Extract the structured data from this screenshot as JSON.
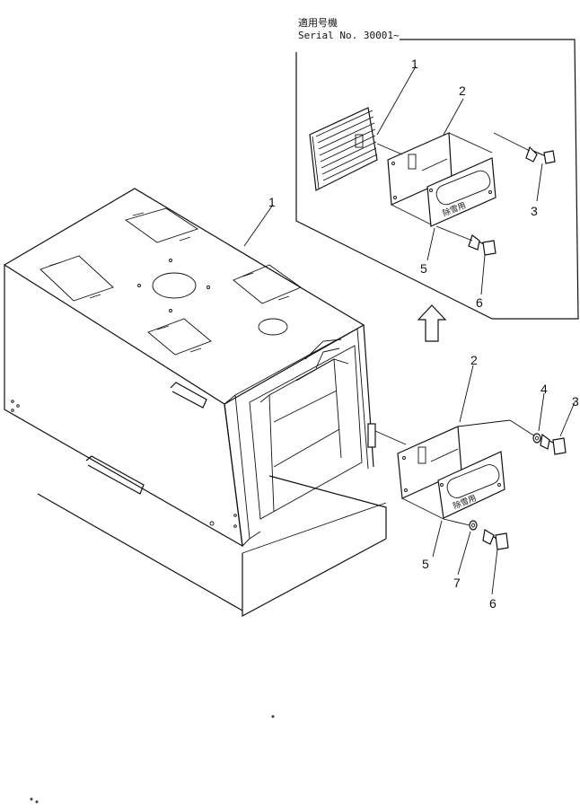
{
  "header": {
    "applicable_label": "適用号機",
    "serial": "Serial No. 30001~"
  },
  "plate_text": "除雪用",
  "callouts": {
    "inset": [
      {
        "id": "inset-1",
        "text": "1"
      },
      {
        "id": "inset-2",
        "text": "2"
      },
      {
        "id": "inset-3",
        "text": "3"
      },
      {
        "id": "inset-5",
        "text": "5"
      },
      {
        "id": "inset-6",
        "text": "6"
      }
    ],
    "main": [
      {
        "id": "main-1",
        "text": "1"
      },
      {
        "id": "main-2",
        "text": "2"
      },
      {
        "id": "main-3",
        "text": "3"
      },
      {
        "id": "main-4",
        "text": "4"
      },
      {
        "id": "main-5",
        "text": "5"
      },
      {
        "id": "main-6",
        "text": "6"
      },
      {
        "id": "main-7",
        "text": "7"
      }
    ]
  }
}
